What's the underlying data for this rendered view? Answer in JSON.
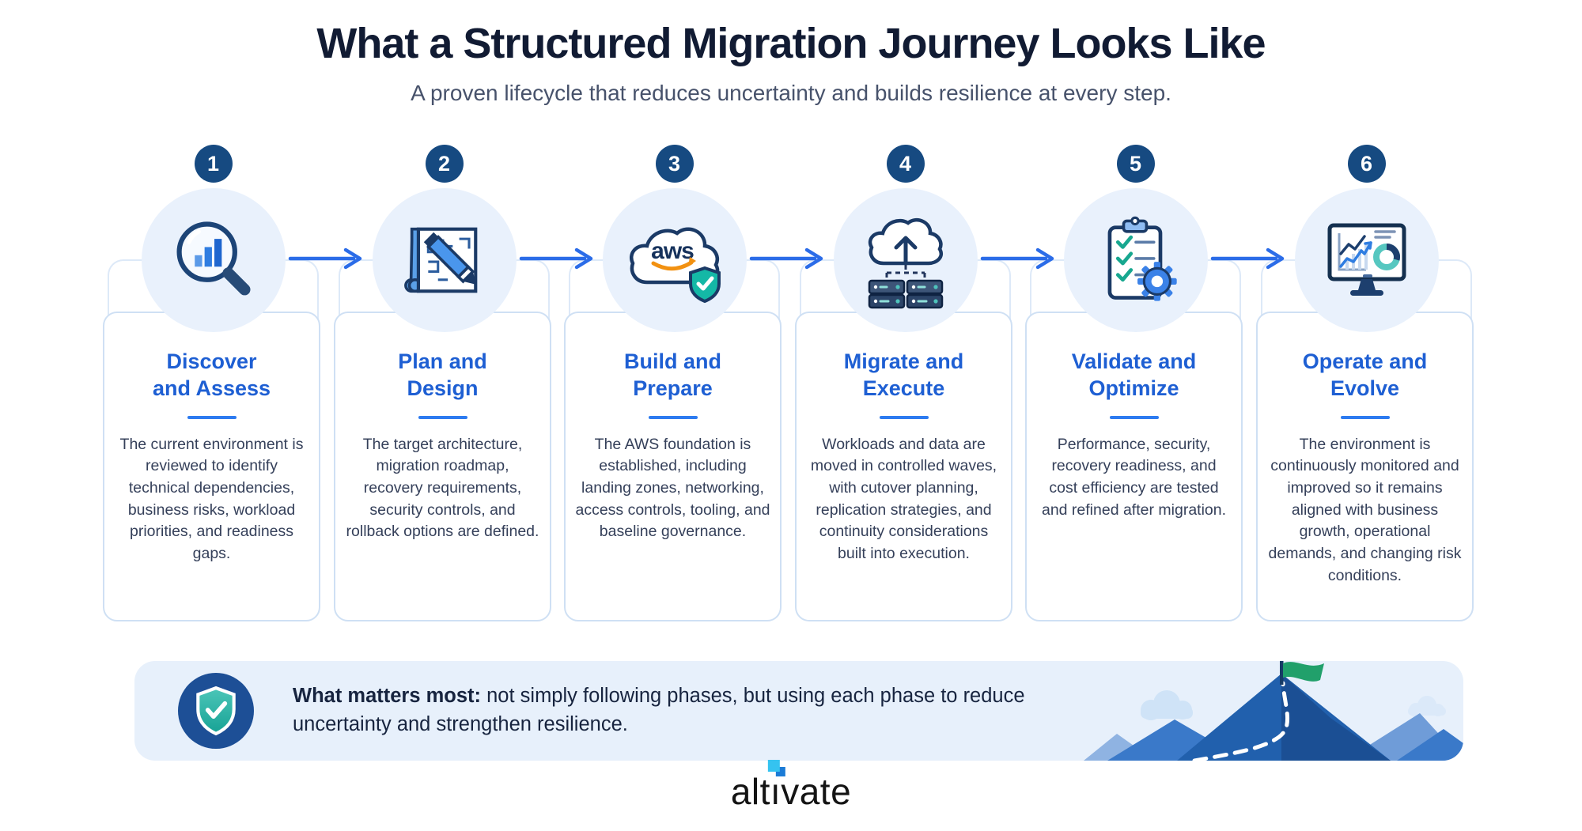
{
  "header": {
    "title": "What a Structured Migration Journey Looks Like",
    "subtitle": "A proven lifecycle that reduces uncertainty and builds resilience at every step."
  },
  "steps": [
    {
      "number": "1",
      "title_line1": "Discover",
      "title_line2": "and Assess",
      "description": "The current environment is reviewed to identify technical dependencies, business risks, workload priorities, and readiness gaps.",
      "icon": "magnifier-chart-icon"
    },
    {
      "number": "2",
      "title_line1": "Plan and",
      "title_line2": "Design",
      "description": "The target architecture, migration roadmap, recovery requirements, security controls, and rollback options are defined.",
      "icon": "blueprint-pencil-icon"
    },
    {
      "number": "3",
      "title_line1": "Build and",
      "title_line2": "Prepare",
      "description": "The AWS foundation is established, including landing zones, networking, access controls, tooling, and baseline governance.",
      "icon": "aws-cloud-shield-icon",
      "aws_label": "aws"
    },
    {
      "number": "4",
      "title_line1": "Migrate and",
      "title_line2": "Execute",
      "description": "Workloads and data are moved in controlled waves, with cutover planning, replication strategies, and continuity considerations built into execution.",
      "icon": "cloud-upload-servers-icon"
    },
    {
      "number": "5",
      "title_line1": "Validate and",
      "title_line2": "Optimize",
      "description": "Performance, security, recovery readiness, and cost efficiency are tested and refined after migration.",
      "icon": "checklist-gear-icon"
    },
    {
      "number": "6",
      "title_line1": "Operate and",
      "title_line2": "Evolve",
      "description": "The environment is continuously monitored and improved so it remains aligned with business growth, operational demands, and changing risk conditions.",
      "icon": "monitor-analytics-icon"
    }
  ],
  "banner": {
    "highlight": "What matters most:",
    "text": " not simply following phases, but using each phase to reduce uncertainty and strengthen resilience.",
    "icon": "shield-check-icon"
  },
  "footer": {
    "brand": "altivate",
    "brand_pre": "alt",
    "brand_i": "ı",
    "brand_post": "vate"
  },
  "colors": {
    "accent_blue": "#2b6ce8",
    "navy": "#16325c",
    "badge_navy": "#164a81",
    "title_blue": "#1e5fd3",
    "body_text": "#35405a",
    "icon_circle_bg": "#e9f1fc",
    "card_border": "#cfe0f4",
    "banner_bg": "#e7f0fb",
    "teal": "#14b8a6",
    "aws_orange": "#f29111",
    "flag_green": "#21a06b",
    "brand_cyan": "#35c3f0",
    "brand_blue": "#1b7bd6"
  }
}
